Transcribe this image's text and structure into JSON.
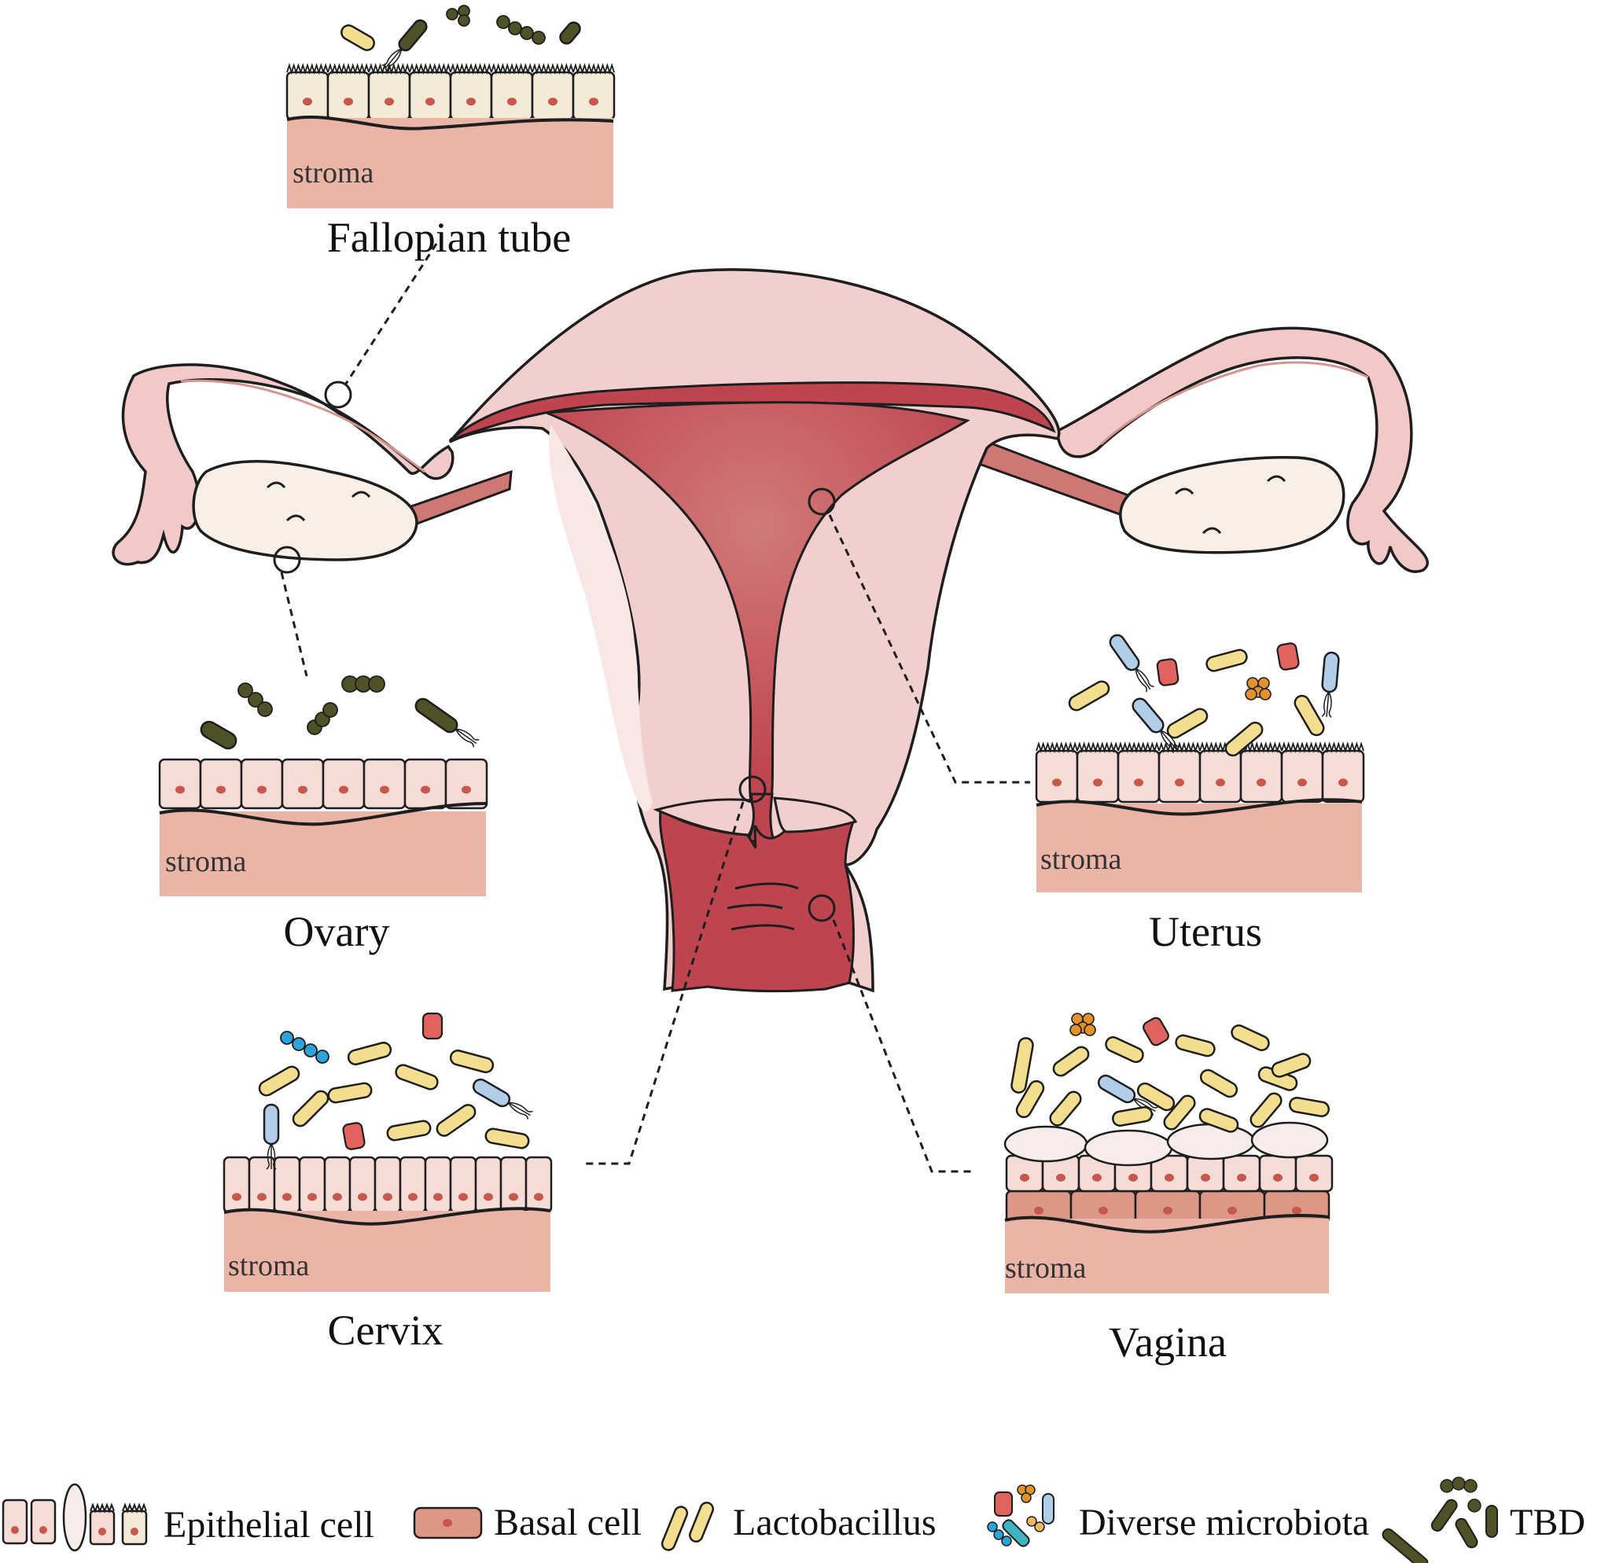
{
  "panels": {
    "fallopian_tube": {
      "title": "Fallopian tube",
      "stroma": "stroma"
    },
    "ovary": {
      "title": "Ovary",
      "stroma": "stroma"
    },
    "uterus": {
      "title": "Uterus",
      "stroma": "stroma"
    },
    "cervix": {
      "title": "Cervix",
      "stroma": "stroma"
    },
    "vagina": {
      "title": "Vagina",
      "stroma": "stroma"
    }
  },
  "legend": {
    "epithelial": "Epithelial cell",
    "basal": "Basal cell",
    "lactobacillus": "Lactobacillus",
    "diverse": "Diverse microbiota",
    "tbd": "TBD"
  },
  "colors": {
    "stroma": "#eab5a7",
    "epithelial_cell": "#f6dcd6",
    "tube_cell": "#f3ead7",
    "basal_cell": "#dc9886",
    "nucleus": "#c7574a",
    "uterus_outer": "#f2cfcf",
    "uterus_cavity": "#be4450",
    "ovary": "#f8efe9",
    "lactobacillus": "#f3de8f",
    "tbd_bacteria": "#4f5226",
    "rod_blue": "#b2cde8",
    "cocci_red": "#e0635e",
    "cocci_orange": "#e1922d",
    "strep_blue": "#2ea3d9"
  }
}
